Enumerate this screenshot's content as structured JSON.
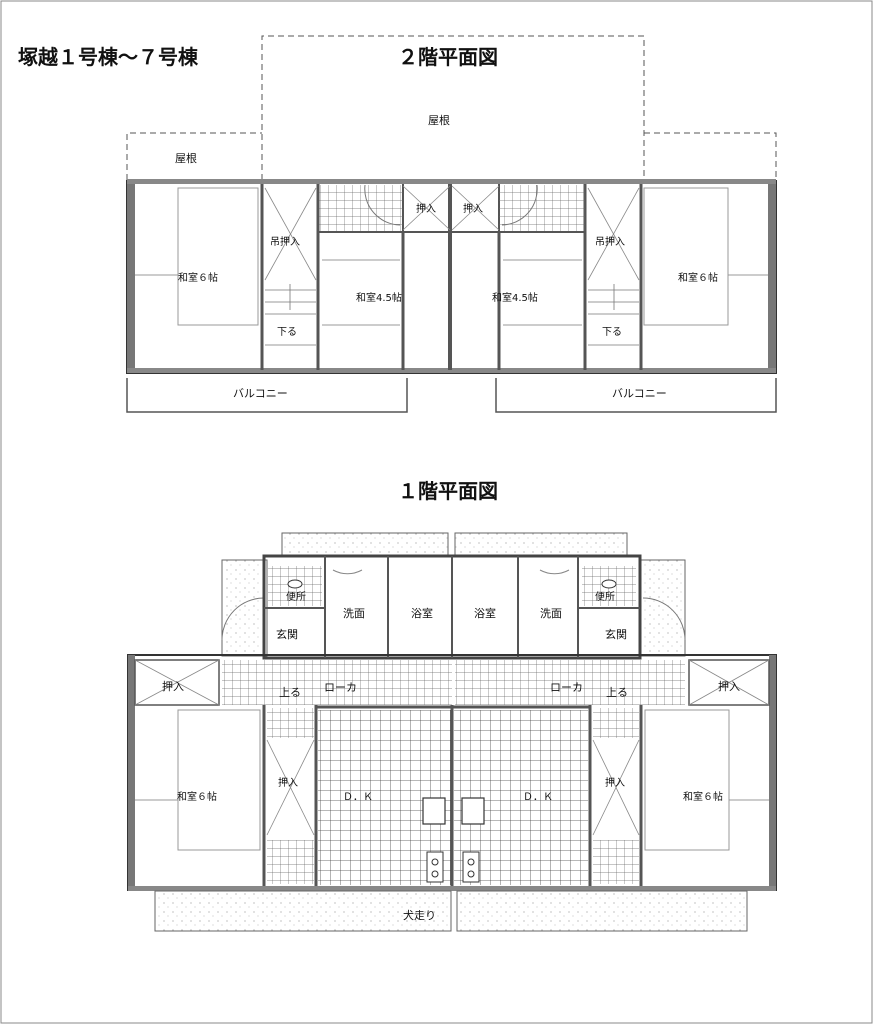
{
  "header": {
    "building_label": "塚越１号棟〜７号棟",
    "floor2_title": "２階平面図",
    "floor1_title": "１階平面図"
  },
  "floor2": {
    "roof_center": "屋根",
    "roof_left": "屋根",
    "closet_l": "押入",
    "closet_r": "押入",
    "hanging_closet_l": "吊押入",
    "hanging_closet_r": "吊押入",
    "room6_l": "和室６帖",
    "room6_r": "和室６帖",
    "room45_l": "和室4.5帖",
    "room45_r": "和室4.5帖",
    "stairs_down_l": "下る",
    "stairs_down_r": "下る",
    "balcony_l": "バルコニー",
    "balcony_r": "バルコニー"
  },
  "floor1": {
    "toilet_l": "便所",
    "toilet_r": "便所",
    "washroom_l": "洗面",
    "washroom_r": "洗面",
    "bath_l": "浴室",
    "bath_r": "浴室",
    "entrance_l": "玄関",
    "entrance_r": "玄関",
    "closet_top_l": "押入",
    "closet_top_r": "押入",
    "corridor_l": "ローカ",
    "corridor_r": "ローカ",
    "stairs_up_l": "上る",
    "stairs_up_r": "上る",
    "room6_l": "和室６帖",
    "room6_r": "和室６帖",
    "closet_mid_l": "押入",
    "closet_mid_r": "押入",
    "dk_l": "Ｄ．Ｋ",
    "dk_r": "Ｄ．Ｋ",
    "veranda": "犬走り"
  }
}
